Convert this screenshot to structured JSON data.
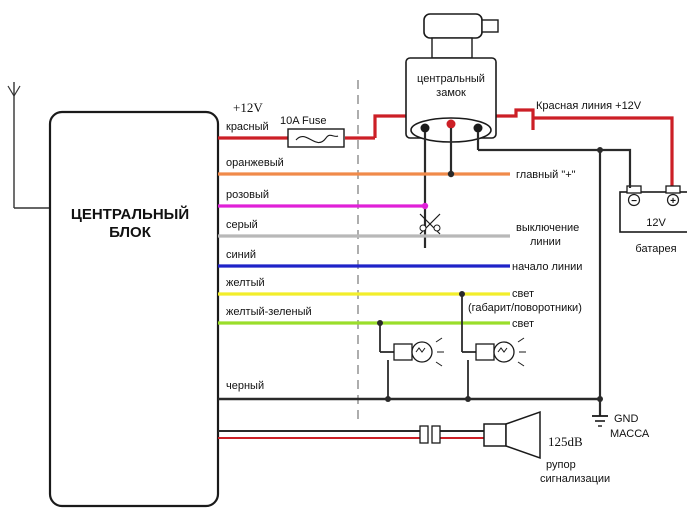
{
  "unit": {
    "label_line1": "ЦЕНТРАЛЬНЫЙ",
    "label_line2": "БЛОК"
  },
  "lock": {
    "label_line1": "центральный",
    "label_line2": "замок"
  },
  "power": {
    "voltage_label": "+12V",
    "wire_label": "красный",
    "fuse_label": "10A Fuse"
  },
  "red_line": {
    "label": "Красная линия +12V"
  },
  "battery": {
    "voltage_label": "12V",
    "caption": "батарея",
    "minus_symbol": "−",
    "plus_symbol": "+"
  },
  "wires": [
    {
      "name": "оранжевый",
      "color": "#f08a4a",
      "right_label": "главный \"+\""
    },
    {
      "name": "розовый",
      "color": "#e020d8",
      "right_label": ""
    },
    {
      "name": "серый",
      "color": "#b8b8b8",
      "right_label_line1": "выключение",
      "right_label_line2": "линии"
    },
    {
      "name": "синий",
      "color": "#1f23c8",
      "right_label": "начало линии"
    },
    {
      "name": "желтый",
      "color": "#f2ee2a",
      "right_label_line1": "свет",
      "right_label_line2": "(габарит/поворотники)"
    },
    {
      "name": "желтый-зеленый",
      "color": "#9ade2a",
      "right_label": "свет"
    },
    {
      "name": "черный",
      "color": "#2a2a2a",
      "right_label": ""
    }
  ],
  "ground": {
    "label_line1": "GND",
    "label_line2": "МАССА"
  },
  "siren": {
    "db_label": "125dB",
    "caption_line1": "рупор",
    "caption_line2": "сигнализации"
  },
  "colors": {
    "red": "#cc1f26",
    "black": "#2a2a2a",
    "dark_red": "#7a2a2a"
  }
}
